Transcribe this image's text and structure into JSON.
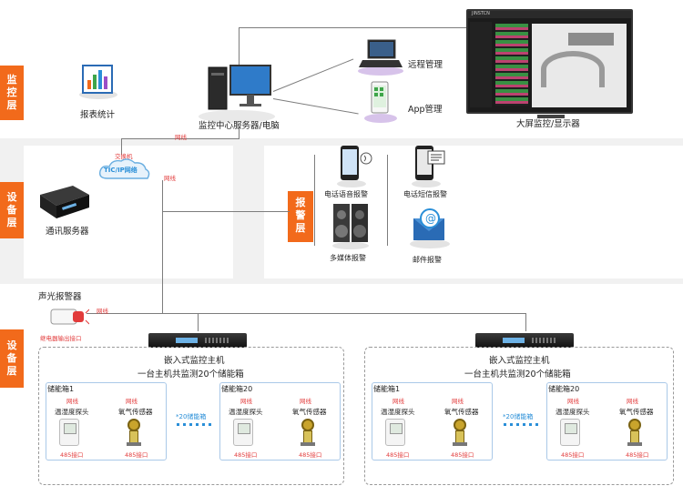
{
  "layers": {
    "monitor": "监控层",
    "device_upper": "设备层",
    "alarm": "报警层",
    "device_lower": "设备层"
  },
  "monitor_layer": {
    "report_stats": "报表统计",
    "server_label": "监控中心服务器/电脑",
    "remote_mgmt": "远程管理",
    "app_mgmt": "App管理",
    "big_screen": "大屏监控/显示器",
    "screen_brand": "JINSTCN"
  },
  "network": {
    "switch_label": "交换机",
    "tcpip_label": "TIC/IP网络",
    "cable_1": "网线",
    "cable_2": "网线",
    "cable_3": "网线",
    "comm_server": "通讯服务器"
  },
  "alarm_layer": {
    "phone_voice": "电话语音报警",
    "sms": "电话短信报警",
    "multimedia": "多媒体报警",
    "email": "邮件报警"
  },
  "device_layer": {
    "sound_light_alarm": "声光报警器",
    "relay_output": "继电器输出接口",
    "cable": "网线",
    "hosts": [
      {
        "title": "嵌入式监控主机",
        "subtitle": "一台主机共监测20个储能箱",
        "boxes": [
          {
            "name": "储能箱1",
            "cable_a": "网线",
            "cable_b": "网线",
            "sensor_a": "温湿度探头",
            "sensor_b": "氧气传感器",
            "port_a": "485接口",
            "port_b": "485接口"
          },
          {
            "name": "储能箱20",
            "cable_a": "网线",
            "cable_b": "网线",
            "sensor_a": "温湿度探头",
            "sensor_b": "氧气传感器",
            "port_a": "485接口",
            "port_b": "485接口"
          }
        ],
        "between": "*20储能箱"
      },
      {
        "title": "嵌入式监控主机",
        "subtitle": "一台主机共监测20个储能箱",
        "boxes": [
          {
            "name": "储能箱1",
            "cable_a": "网线",
            "cable_b": "网线",
            "sensor_a": "温湿度探头",
            "sensor_b": "氧气传感器",
            "port_a": "485接口",
            "port_b": "485接口"
          },
          {
            "name": "储能箱20",
            "cable_a": "网线",
            "cable_b": "网线",
            "sensor_a": "温湿度探头",
            "sensor_b": "氧气传感器",
            "port_a": "485接口",
            "port_b": "485接口"
          }
        ],
        "between": "*20储能箱"
      }
    ]
  },
  "colors": {
    "layer_tag": "#f26a1b",
    "cable_text": "#e23b3b",
    "link_blue": "#2a8fd8",
    "band_gray": "#f1f1f1"
  }
}
